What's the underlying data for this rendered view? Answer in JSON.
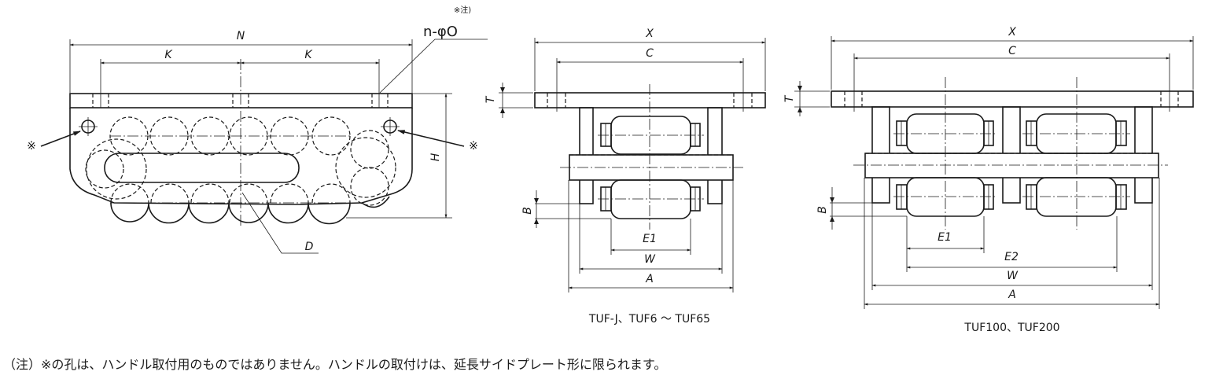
{
  "side_view": {
    "labels": {
      "N": "N",
      "K_left": "K",
      "K_right": "K",
      "H": "H",
      "D": "D",
      "hole": "n-φO",
      "hole_note": "※注)",
      "mark_left": "※",
      "mark_right": "※"
    }
  },
  "front_view_small": {
    "labels": {
      "X": "X",
      "C": "C",
      "T": "T",
      "B": "B",
      "E1": "E1",
      "W": "W",
      "A": "A"
    },
    "caption": "TUF-J、TUF6 ～ TUF65"
  },
  "front_view_large": {
    "labels": {
      "X": "X",
      "C": "C",
      "T": "T",
      "B": "B",
      "E1": "E1",
      "E2": "E2",
      "W": "W",
      "A": "A"
    },
    "caption": "TUF100、TUF200"
  },
  "footnote": "（注）※の孔は、ハンドル取付用のものではありません。ハンドルの取付けは、延長サイドプレート形に限られます。"
}
